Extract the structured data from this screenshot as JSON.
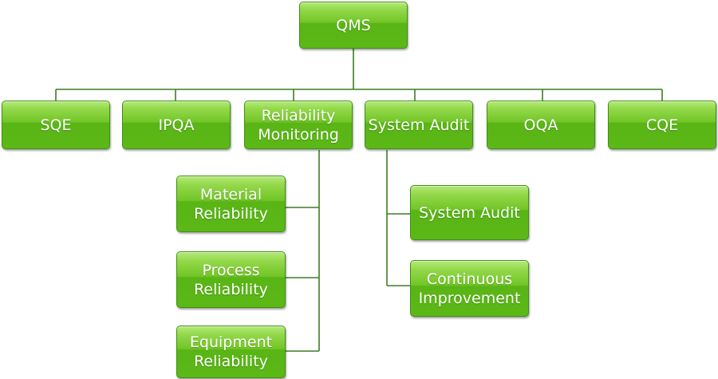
{
  "root": {
    "label": "QMS"
  },
  "departments": [
    {
      "label": "SQE"
    },
    {
      "label": "IPQA"
    },
    {
      "label": "Reliability\nMonitoring"
    },
    {
      "label": "System Audit"
    },
    {
      "label": "OQA"
    },
    {
      "label": "CQE"
    }
  ],
  "reliability_children": [
    {
      "label": "Material\nReliability"
    },
    {
      "label": "Process\nReliability"
    },
    {
      "label": "Equipment\nReliability"
    }
  ],
  "audit_children": [
    {
      "label": "System Audit"
    },
    {
      "label": "Continuous\nImprovement"
    }
  ],
  "colors": {
    "node_fill": "#6cc124",
    "node_border": "#3f8f13",
    "connector": "#3c7d22",
    "text": "#ffffff"
  }
}
